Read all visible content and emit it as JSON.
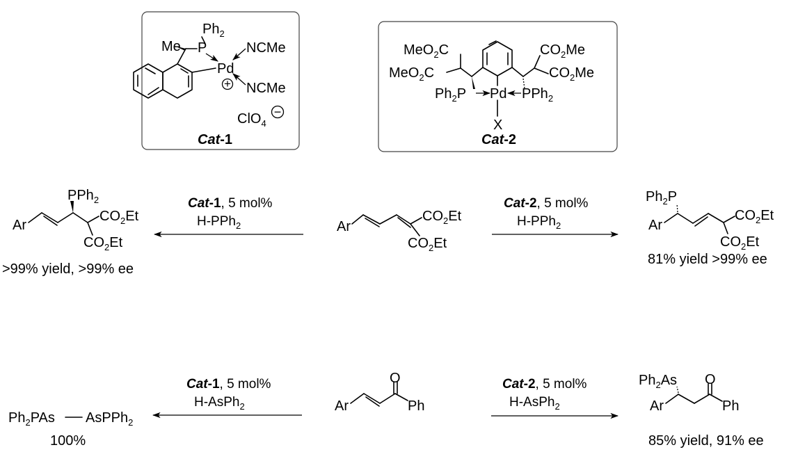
{
  "catalysts": {
    "cat1": {
      "label_prefix": "Cat",
      "label_suffix": "-1",
      "atoms": {
        "pph2": "Ph",
        "pph2_sub": "2",
        "p": "P",
        "me": "Me",
        "pd": "Pd",
        "ncme1": "NCMe",
        "ncme2": "NCMe",
        "plus": "+",
        "clo4": "ClO",
        "clo4_sub": "4",
        "minus": "−"
      }
    },
    "cat2": {
      "label_prefix": "Cat",
      "label_suffix": "-2",
      "atoms": {
        "meo2c_1a": "MeO",
        "meo2c_1b": "2",
        "meo2c_1c": "C",
        "meo2c_2a": "MeO",
        "meo2c_2b": "2",
        "meo2c_2c": "C",
        "co2me_1a": "CO",
        "co2me_1b": "2",
        "co2me_1c": "Me",
        "co2me_2a": "CO",
        "co2me_2b": "2",
        "co2me_2c": "Me",
        "ph2p_a": "Ph",
        "ph2p_b": "2",
        "ph2p_c": "P",
        "pd": "Pd",
        "pph2_a": "PPh",
        "pph2_b": "2",
        "x": "X"
      }
    }
  },
  "reaction1": {
    "left_arrow": {
      "cat_prefix": "Cat",
      "cat_suffix": "-1",
      "loading": ", 5 mol%",
      "reagent_a": "H-PPh",
      "reagent_b": "2"
    },
    "right_arrow": {
      "cat_prefix": "Cat",
      "cat_suffix": "-2",
      "loading": ", 5 mol%",
      "reagent_a": "H-PPh",
      "reagent_b": "2"
    },
    "substrate": {
      "ar": "Ar",
      "co2et_1a": "CO",
      "co2et_1b": "2",
      "co2et_1c": "Et",
      "co2et_2a": "CO",
      "co2et_2b": "2",
      "co2et_2c": "Et"
    },
    "left_product": {
      "pph2_a": "PPh",
      "pph2_b": "2",
      "ar": "Ar",
      "co2et_1a": "CO",
      "co2et_1b": "2",
      "co2et_1c": "Et",
      "co2et_2a": "CO",
      "co2et_2b": "2",
      "co2et_2c": "Et",
      "result": ">99% yield,  >99% ee"
    },
    "right_product": {
      "ph2p_a": "Ph",
      "ph2p_b": "2",
      "ph2p_c": "P",
      "ar": "Ar",
      "co2et_1a": "CO",
      "co2et_1b": "2",
      "co2et_1c": "Et",
      "co2et_2a": "CO",
      "co2et_2b": "2",
      "co2et_2c": "Et",
      "result": "81% yield >99% ee"
    }
  },
  "reaction2": {
    "left_arrow": {
      "cat_prefix": "Cat",
      "cat_suffix": "-1",
      "loading": ", 5 mol%",
      "reagent_a": "H-AsPh",
      "reagent_b": "2"
    },
    "right_arrow": {
      "cat_prefix": "Cat",
      "cat_suffix": "-2",
      "loading": ", 5 mol%",
      "reagent_a": "H-AsPh",
      "reagent_b": "2"
    },
    "substrate": {
      "ar": "Ar",
      "o": "O",
      "ph": "Ph"
    },
    "left_product": {
      "left_a": "Ph",
      "left_b": "2",
      "left_c": "PAs",
      "right_a": "AsPPh",
      "right_b": "2",
      "result": "100%"
    },
    "right_product": {
      "ph2as_a": "Ph",
      "ph2as_b": "2",
      "ph2as_c": "As",
      "o": "O",
      "ar": "Ar",
      "ph": "Ph",
      "result": "85% yield, 91% ee"
    }
  }
}
